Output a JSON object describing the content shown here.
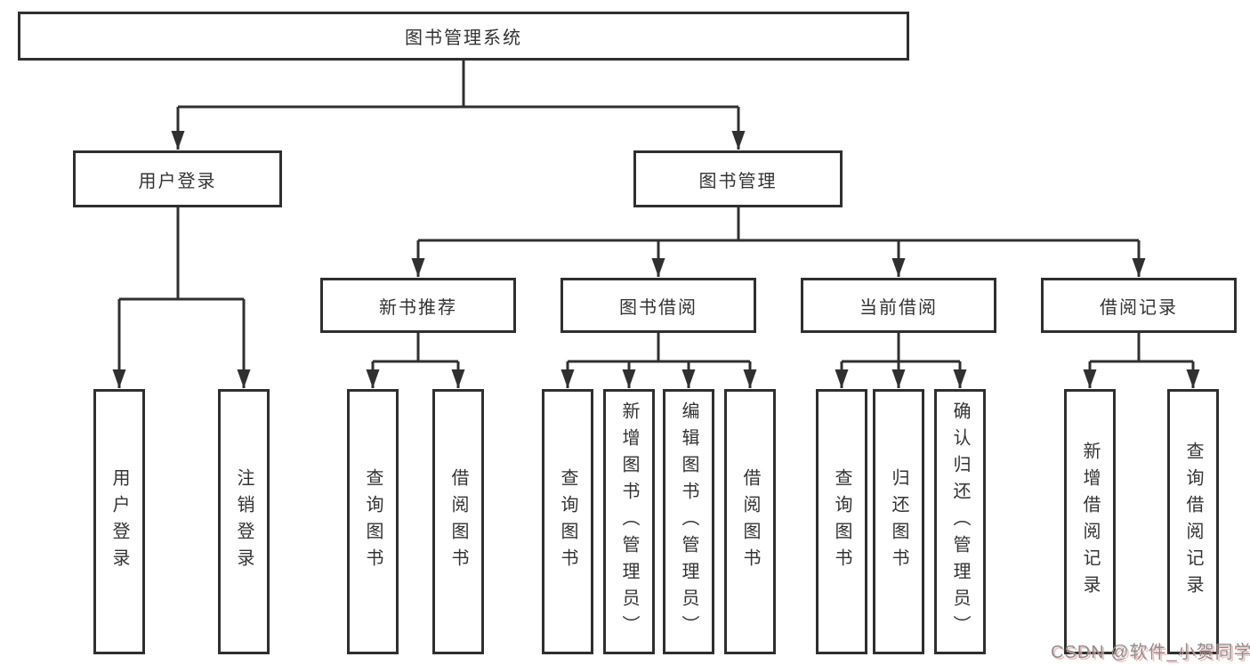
{
  "diagram": {
    "root": {
      "label": "图书管理系统"
    },
    "branches": [
      {
        "label": "用户登录",
        "children": [
          "用户登录",
          "注销登录"
        ]
      },
      {
        "label": "图书管理",
        "groups": [
          {
            "label": "新书推荐",
            "children": [
              "查询图书",
              "借阅图书"
            ]
          },
          {
            "label": "图书借阅",
            "children": [
              "查询图书",
              "新增图书（管理员）",
              "编辑图书（管理员）",
              "借阅图书"
            ]
          },
          {
            "label": "当前借阅",
            "children": [
              "查询图书",
              "归还图书",
              "确认归还（管理员）"
            ]
          },
          {
            "label": "借阅记录",
            "children": [
              "新增借阅记录",
              "查询借阅记录"
            ]
          }
        ]
      }
    ]
  },
  "watermark": {
    "text": "CSDN @软件_小贺同学"
  },
  "colors": {
    "line": "#303030",
    "box_border": "#2f2f2f",
    "box_fill": "#ffffff",
    "text": "#333333",
    "background": "#ffffff",
    "watermark_text": "#8f8f8f",
    "watermark_shadow": "#f0aaaa"
  }
}
